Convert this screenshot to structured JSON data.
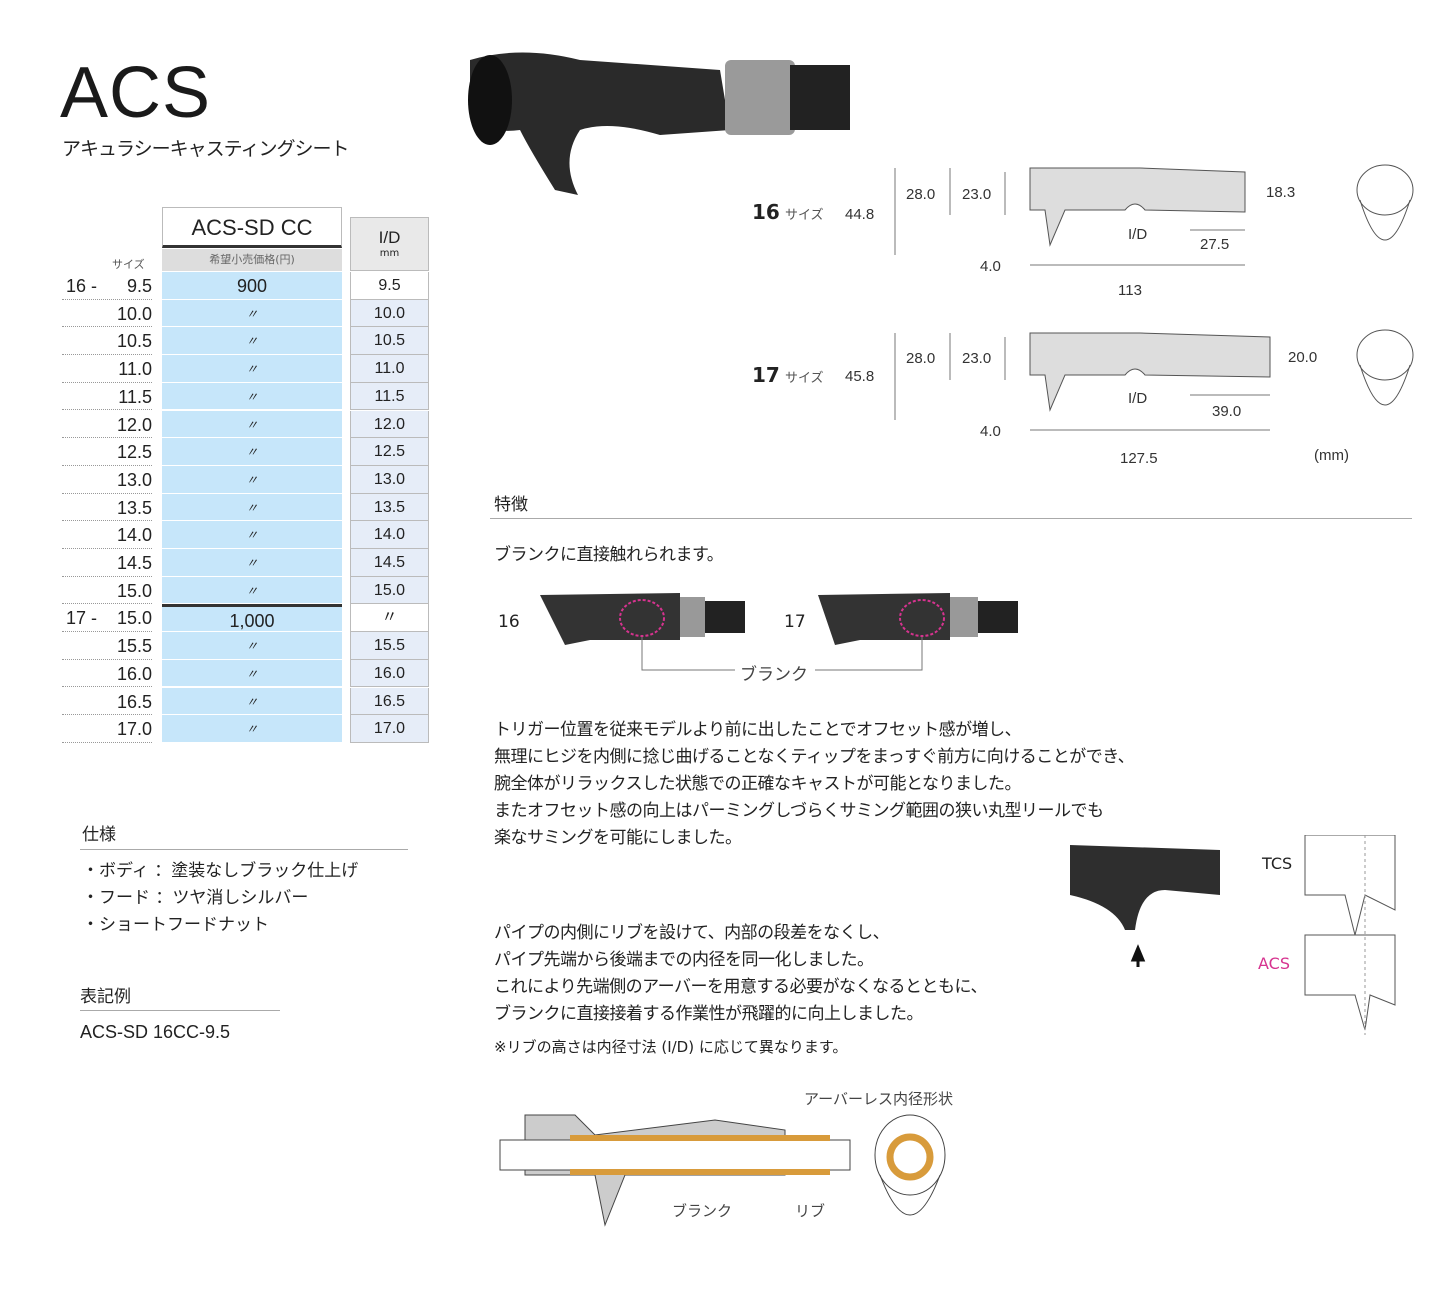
{
  "title": "ACS",
  "subtitle": "アキュラシーキャスティングシート",
  "table": {
    "model": "ACS-SD CC",
    "price_header": "希望小売価格(円)",
    "id_header": "I/D",
    "id_unit": "mm",
    "size_label": "サイズ",
    "rows": [
      {
        "prefix": "16 -",
        "size": "9.5",
        "price": "900",
        "id": "9.5"
      },
      {
        "prefix": "",
        "size": "10.0",
        "price": "〃",
        "id": "10.0"
      },
      {
        "prefix": "",
        "size": "10.5",
        "price": "〃",
        "id": "10.5"
      },
      {
        "prefix": "",
        "size": "11.0",
        "price": "〃",
        "id": "11.0"
      },
      {
        "prefix": "",
        "size": "11.5",
        "price": "〃",
        "id": "11.5"
      },
      {
        "prefix": "",
        "size": "12.0",
        "price": "〃",
        "id": "12.0"
      },
      {
        "prefix": "",
        "size": "12.5",
        "price": "〃",
        "id": "12.5"
      },
      {
        "prefix": "",
        "size": "13.0",
        "price": "〃",
        "id": "13.0"
      },
      {
        "prefix": "",
        "size": "13.5",
        "price": "〃",
        "id": "13.5"
      },
      {
        "prefix": "",
        "size": "14.0",
        "price": "〃",
        "id": "14.0"
      },
      {
        "prefix": "",
        "size": "14.5",
        "price": "〃",
        "id": "14.5"
      },
      {
        "prefix": "",
        "size": "15.0",
        "price": "〃",
        "id": "15.0"
      },
      {
        "prefix": "17 -",
        "size": "15.0",
        "price": "1,000",
        "id": "〃"
      },
      {
        "prefix": "",
        "size": "15.5",
        "price": "〃",
        "id": "15.5"
      },
      {
        "prefix": "",
        "size": "16.0",
        "price": "〃",
        "id": "16.0"
      },
      {
        "prefix": "",
        "size": "16.5",
        "price": "〃",
        "id": "16.5"
      },
      {
        "prefix": "",
        "size": "17.0",
        "price": "〃",
        "id": "17.0"
      }
    ]
  },
  "specs": {
    "heading": "仕様",
    "items": [
      "・ボディ ：塗装なしブラック仕上げ",
      "・フード ：ツヤ消しシルバー",
      "・ショートフードナット"
    ]
  },
  "example": {
    "heading": "表記例",
    "value": "ACS-SD 16CC-9.5"
  },
  "dims": {
    "s16": {
      "size": "16",
      "size_suffix": "サイズ",
      "h": "44.8",
      "a": "28.0",
      "b": "23.0",
      "tail": "18.3",
      "len2": "27.5",
      "off": "4.0",
      "len": "113",
      "id": "I/D"
    },
    "s17": {
      "size": "17",
      "size_suffix": "サイズ",
      "h": "45.8",
      "a": "28.0",
      "b": "23.0",
      "tail": "20.0",
      "len2": "39.0",
      "off": "4.0",
      "len": "127.5",
      "id": "I/D"
    },
    "unit": "(mm)"
  },
  "features": {
    "heading": "特徴",
    "p1": "ブランクに直接触れられます。",
    "label16": "16",
    "label17": "17",
    "blank": "ブランク",
    "p2": [
      "トリガー位置を従来モデルより前に出したことでオフセット感が増し、",
      "無理にヒジを内側に捻じ曲げることなくティップをまっすぐ前方に向けることができ、",
      "腕全体がリラックスした状態での正確なキャストが可能となりました。",
      "またオフセット感の向上はパーミングしづらくサミング範囲の狭い丸型リールでも",
      "楽なサミングを可能にしました。"
    ],
    "tcs": "TCS",
    "acs": "ACS",
    "p3": [
      "パイプの内側にリブを設けて、内部の段差をなくし、",
      "パイプ先端から後端までの内径を同一化しました。",
      "これにより先端側のアーバーを用意する必要がなくなるとともに、",
      "ブランクに直接接着する作業性が飛躍的に向上しました。"
    ],
    "note": "※リブの高さは内径寸法 (I/D) に応じて異なります。",
    "arborless": "アーバーレス内径形状",
    "blank2": "ブランク",
    "rib": "リブ"
  },
  "colors": {
    "price_bg": "#c6e6fa",
    "accent": "#d6338f"
  }
}
